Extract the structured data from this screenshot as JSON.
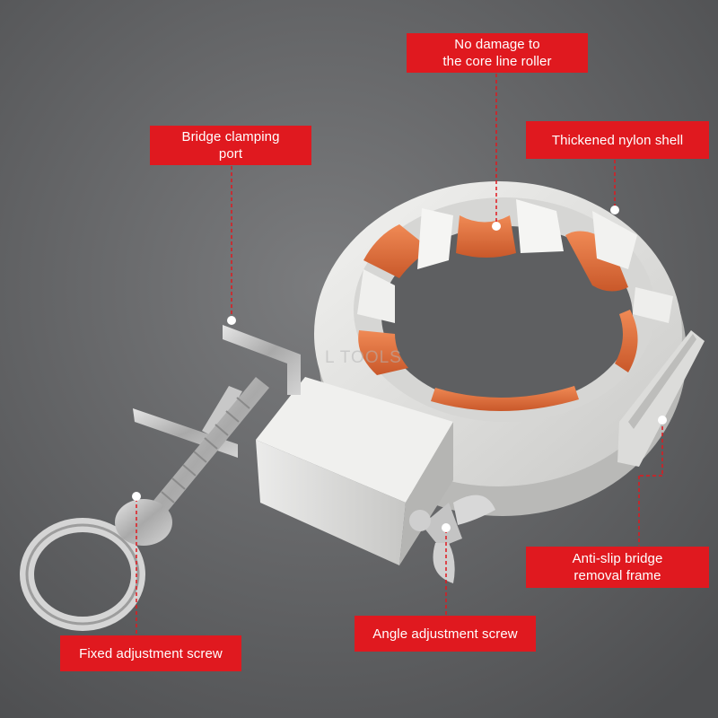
{
  "callouts": {
    "roller_line1": "No damage to",
    "roller_line2": "the core line roller",
    "shell": "Thickened nylon shell",
    "bridge_line1": "Bridge clamping",
    "bridge_line2": "port",
    "antislip_line1": "Anti-slip bridge",
    "antislip_line2": "removal frame",
    "angle": "Angle adjustment screw",
    "fixed": "Fixed adjustment screw"
  },
  "watermark": "L TOOLS",
  "colors": {
    "background": "#6b6c6e",
    "callout": "#e0191f",
    "callout_text": "#ffffff",
    "roller": "#e46c3a",
    "shell": "#e4e4e2",
    "leader_line": "#e0191f",
    "marker_dot": "#ffffff"
  },
  "icons": {
    "product": "cable-pulling-clamp-pulley",
    "ring": "eye-bolt-ring",
    "screw": "wing-screw"
  }
}
